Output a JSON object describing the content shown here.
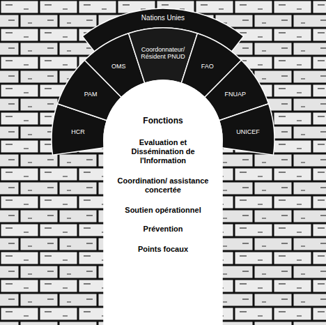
{
  "diagram": {
    "nodes": [
      {
        "text": [
          "Nations Unies"
        ]
      },
      {
        "text": [
          "HCR"
        ]
      },
      {
        "text": [
          "PAM"
        ]
      },
      {
        "text": [
          "OMS"
        ]
      },
      {
        "text": [
          "Coordonnateur/ Résident PNUD"
        ]
      },
      {
        "text": [
          "FAO"
        ]
      },
      {
        "text": [
          "FNUAP"
        ]
      },
      {
        "text": [
          "UNICEF"
        ]
      },
      {
        "text": [
          "Fonctions",
          "Evaluation et Dissémination de l'Information",
          "Coordination/ assistance concertée",
          "Soutien opérationnel",
          "Prévention",
          "Points focaux"
        ]
      }
    ]
  }
}
